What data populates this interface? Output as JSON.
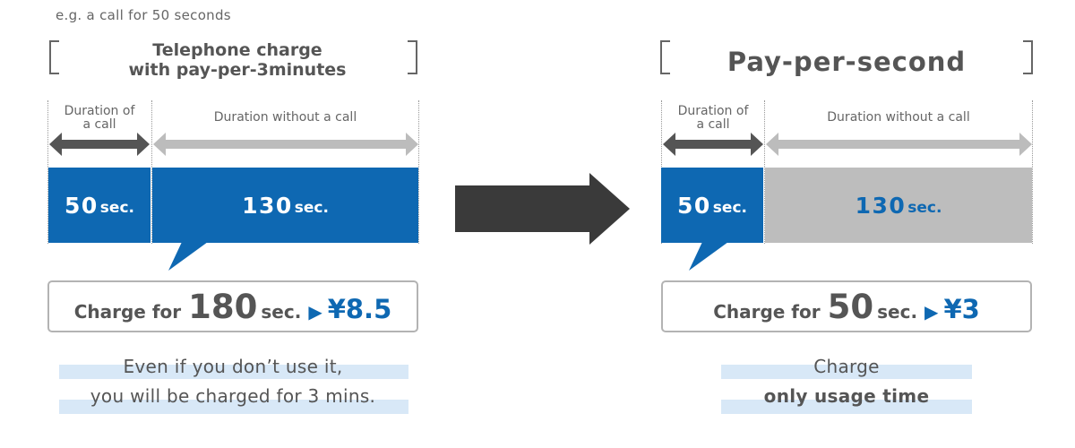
{
  "example_text": "e.g. a call for 50 seconds",
  "left": {
    "title_line1": "Telephone charge",
    "title_line2": "with pay-per-3minutes",
    "duration_call_line1": "Duration of",
    "duration_call_line2": "a call",
    "duration_nocall": "Duration without a call",
    "call_value": "50",
    "call_unit": "sec.",
    "nocall_value": "130",
    "nocall_unit": "sec.",
    "charge_label": "Charge for",
    "charge_value": "180",
    "charge_unit": "sec.",
    "charge_arrow": "▶",
    "charge_price": "¥8.5",
    "note_line1": "Even if you don’t use it,",
    "note_line2": "you will be charged for 3 mins."
  },
  "right": {
    "title": "Pay-per-second",
    "duration_call_line1": "Duration of",
    "duration_call_line2": "a call",
    "duration_nocall": "Duration without a call",
    "call_value": "50",
    "call_unit": "sec.",
    "nocall_value": "130",
    "nocall_unit": "sec.",
    "charge_label": "Charge for",
    "charge_value": "50",
    "charge_unit": "sec.",
    "charge_arrow": "▶",
    "charge_price": "¥3",
    "note_line1": "Charge",
    "note_line2": "only usage time"
  },
  "colors": {
    "accent_blue": "#0e68b2",
    "dark_arrow": "#555555",
    "light_arrow": "#bcbcbc",
    "gray_bar": "#bdbdbd",
    "highlight": "#d8e8f7"
  },
  "icons": {
    "transition_arrow": "big-right-arrow-icon",
    "play_triangle": "play-triangle-icon"
  }
}
